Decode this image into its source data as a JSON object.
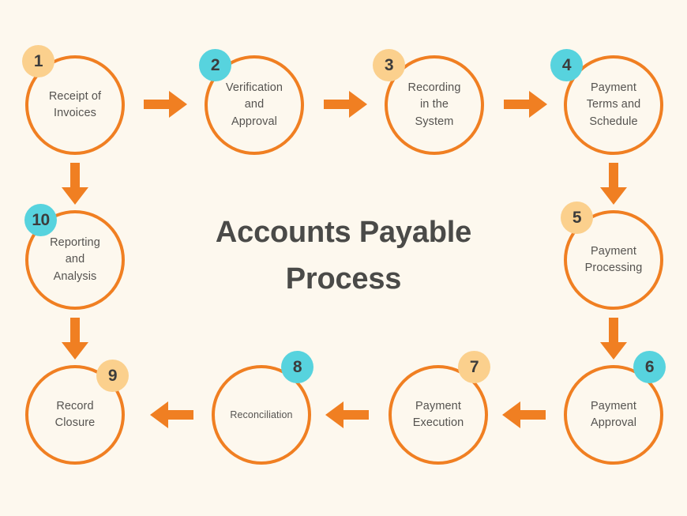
{
  "diagram": {
    "title_line1": "Accounts Payable",
    "title_line2": "Process",
    "background_color": "#FDF8EE",
    "accent_orange": "#F07F22",
    "badge_peach": "#FBD08D",
    "badge_cyan": "#57D3DE",
    "text_color": "#555350",
    "title_color": "#4A4A48"
  },
  "steps": [
    {
      "number": "1",
      "label": "Receipt of\nInvoices",
      "badge_color": "peach",
      "badge_position": "top-left"
    },
    {
      "number": "2",
      "label": "Verification\nand\nApproval",
      "badge_color": "cyan",
      "badge_position": "top-left"
    },
    {
      "number": "3",
      "label": "Recording\nin the\nSystem",
      "badge_color": "peach",
      "badge_position": "top-left"
    },
    {
      "number": "4",
      "label": "Payment\nTerms and\nSchedule",
      "badge_color": "cyan",
      "badge_position": "top-left"
    },
    {
      "number": "5",
      "label": "Payment\nProcessing",
      "badge_color": "peach",
      "badge_position": "top-left"
    },
    {
      "number": "6",
      "label": "Payment\nApproval",
      "badge_color": "cyan",
      "badge_position": "top-right"
    },
    {
      "number": "7",
      "label": "Payment\nExecution",
      "badge_color": "peach",
      "badge_position": "top-right"
    },
    {
      "number": "8",
      "label": "Reconciliation",
      "badge_color": "cyan",
      "badge_position": "top-right"
    },
    {
      "number": "9",
      "label": "Record\nClosure",
      "badge_color": "peach",
      "badge_position": "top-right"
    },
    {
      "number": "10",
      "label": "Reporting\nand\nAnalysis",
      "badge_color": "cyan",
      "badge_position": "top-left"
    }
  ],
  "connectors": [
    {
      "from": "1",
      "to": "2",
      "direction": "right"
    },
    {
      "from": "2",
      "to": "3",
      "direction": "right"
    },
    {
      "from": "3",
      "to": "4",
      "direction": "right"
    },
    {
      "from": "4",
      "to": "5",
      "direction": "down"
    },
    {
      "from": "5",
      "to": "6",
      "direction": "down"
    },
    {
      "from": "6",
      "to": "7",
      "direction": "left"
    },
    {
      "from": "7",
      "to": "8",
      "direction": "left"
    },
    {
      "from": "8",
      "to": "9",
      "direction": "left"
    },
    {
      "from": "1",
      "to": "10",
      "direction": "down"
    },
    {
      "from": "10",
      "to": "9",
      "direction": "down"
    }
  ]
}
